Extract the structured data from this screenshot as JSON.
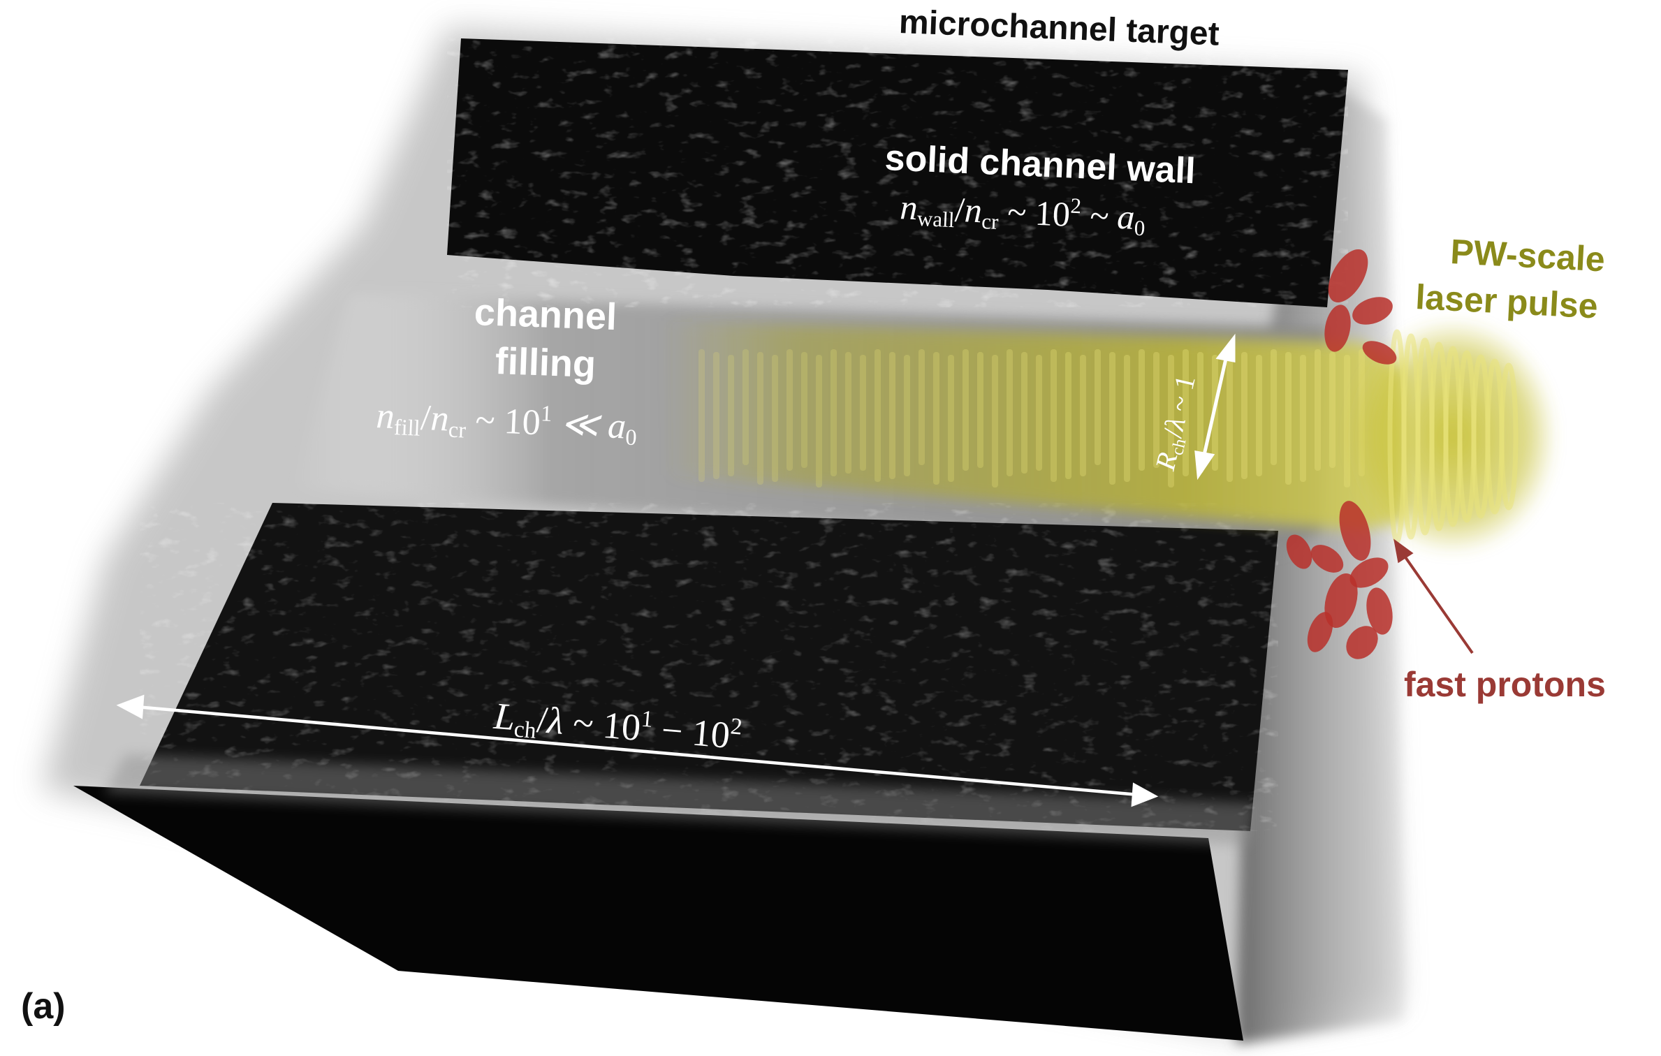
{
  "labels": {
    "target": "microchannel target",
    "wall_title": "solid channel wall",
    "wall_formula": {
      "num": "n",
      "num_sub": "wall",
      "den": "n",
      "den_sub": "cr",
      "rel": "~ 10",
      "rel_sup": "2",
      "rel2": "~ a",
      "rel2_sub": "0"
    },
    "fill_title_1": "channel",
    "fill_title_2": "filling",
    "fill_formula": {
      "num": "n",
      "num_sub": "fill",
      "den": "n",
      "den_sub": "cr",
      "rel": "~ 10",
      "rel_sup": "1",
      "rel2": "≪ a",
      "rel2_sub": "0"
    },
    "radius_formula": {
      "num": "R",
      "num_sub": "ch",
      "den": "λ",
      "rel": "~ 1"
    },
    "length_formula": {
      "num": "L",
      "num_sub": "ch",
      "den": "λ",
      "rel": "~ 10",
      "rel_sup": "1",
      "rel2": "− 10",
      "rel2_sup": "2"
    },
    "laser_1": "PW-scale",
    "laser_2": "laser pulse",
    "protons": "fast protons",
    "panel": "(a)"
  },
  "colors": {
    "laser_label": "#8a8a1a",
    "proton_label": "#9a3a35",
    "wall": "#0c0c0c",
    "filling": "#a8a8a8",
    "laser": "#c9c332",
    "protons": "#b8302a",
    "annotation": "#ffffff"
  }
}
